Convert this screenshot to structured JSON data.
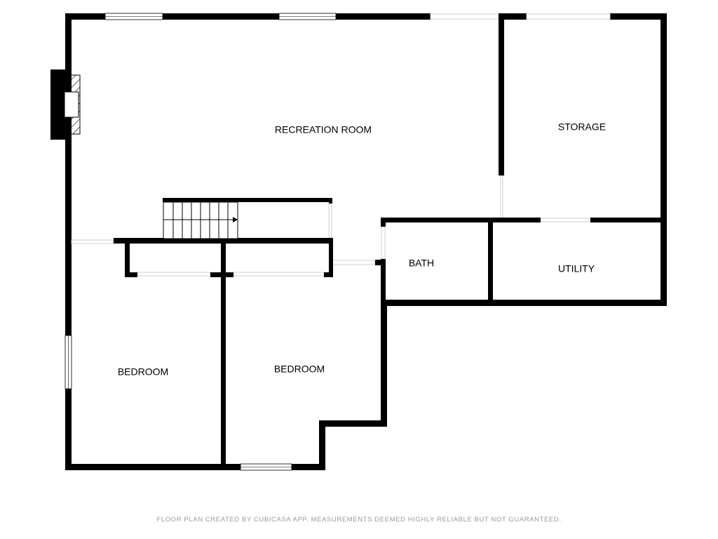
{
  "rooms": {
    "recreation": "RECREATION ROOM",
    "storage": "STORAGE",
    "bath": "BATH",
    "utility": "UTILITY",
    "bedroom_left": "BEDROOM",
    "bedroom_right": "BEDROOM"
  },
  "footer": "FLOOR PLAN CREATED BY CUBICASA APP. MEASUREMENTS DEEMED HIGHLY RELIABLE BUT NOT GUARANTEED.",
  "colors": {
    "wall": "#000000",
    "background": "#ffffff",
    "footer_text": "#9a9a9a"
  }
}
